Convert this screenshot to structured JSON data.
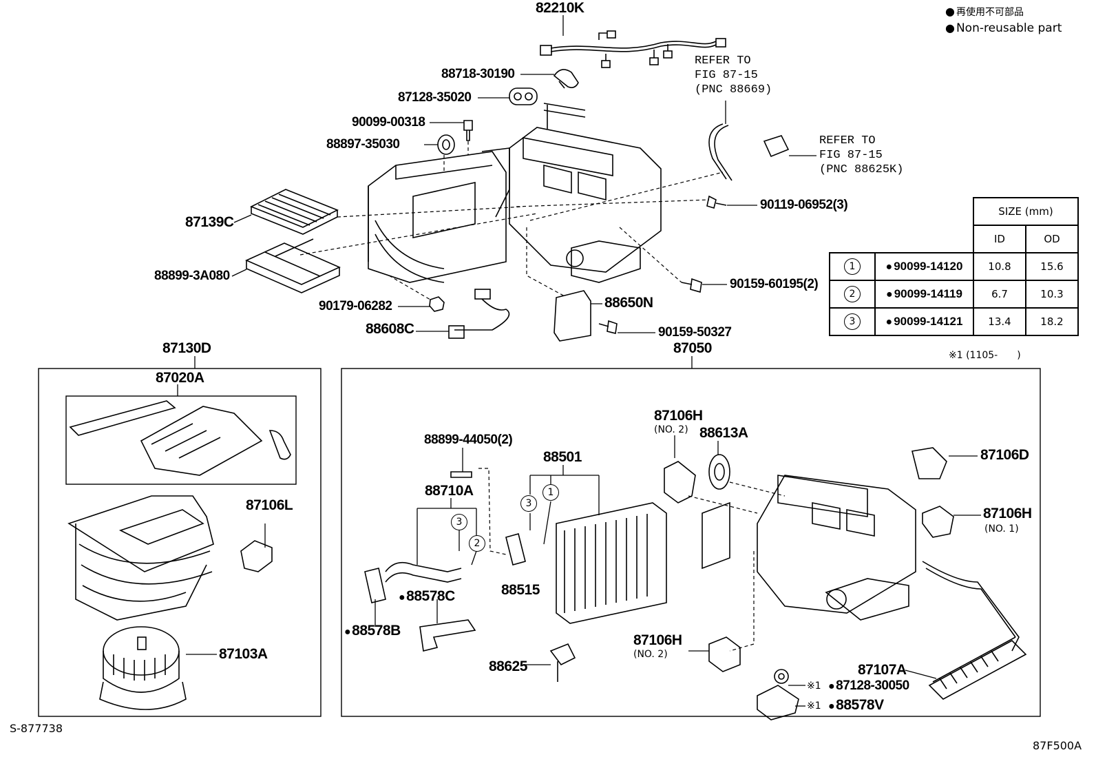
{
  "legend": {
    "jp": "再使用不可部品",
    "en": "Non-reusable part"
  },
  "upper_labels": {
    "p82210K": "82210K",
    "p88718": "88718-30190",
    "p87128_35020": "87128-35020",
    "p90099_00318": "90099-00318",
    "p88897": "88897-35030",
    "p87139C": "87139C",
    "p88899_3A080": "88899-3A080",
    "p90179": "90179-06282",
    "p88608C": "88608C",
    "p88650N": "88650N",
    "p90159_50327": "90159-50327",
    "p90159_60195": "90159-60195(2)",
    "p90119": "90119-06952(3)",
    "refer1": "REFER TO\nFIG 87-15\n(PNC 88669)",
    "refer2": "REFER TO\nFIG 87-15\n(PNC 88625K)"
  },
  "size_table": {
    "header": "SIZE (mm)",
    "col_id": "ID",
    "col_od": "OD",
    "rows": [
      {
        "num": "1",
        "part": "90099-14120",
        "id": "10.8",
        "od": "15.6"
      },
      {
        "num": "2",
        "part": "90099-14119",
        "id": "6.7",
        "od": "10.3"
      },
      {
        "num": "3",
        "part": "90099-14121",
        "id": "13.4",
        "od": "18.2"
      }
    ],
    "note": "※1 (1105-　　)"
  },
  "left_box": {
    "p87130D": "87130D",
    "p87020A": "87020A",
    "p87106L": "87106L",
    "p87103A": "87103A"
  },
  "right_box": {
    "p87050": "87050",
    "p88899_44050": "88899-44050(2)",
    "p88501": "88501",
    "p87106H_a": "87106H",
    "p87106H_a_sub": "(NO. 2)",
    "p88613A": "88613A",
    "p87106D": "87106D",
    "p87106H_b": "87106H",
    "p87106H_b_sub": "(NO. 1)",
    "p88710A": "88710A",
    "p88515": "88515",
    "p88578C": "88578C",
    "p88578B": "88578B",
    "p88625": "88625",
    "p87106H_c": "87106H",
    "p87106H_c_sub": "(NO. 2)",
    "p87107A": "87107A",
    "p87128_30050": "87128-30050",
    "p88578V": "88578V",
    "note_mark": "※1",
    "circ1": "1",
    "circ2": "2",
    "circ3": "3"
  },
  "footer": {
    "left": "S-877738",
    "right": "87F500A"
  }
}
